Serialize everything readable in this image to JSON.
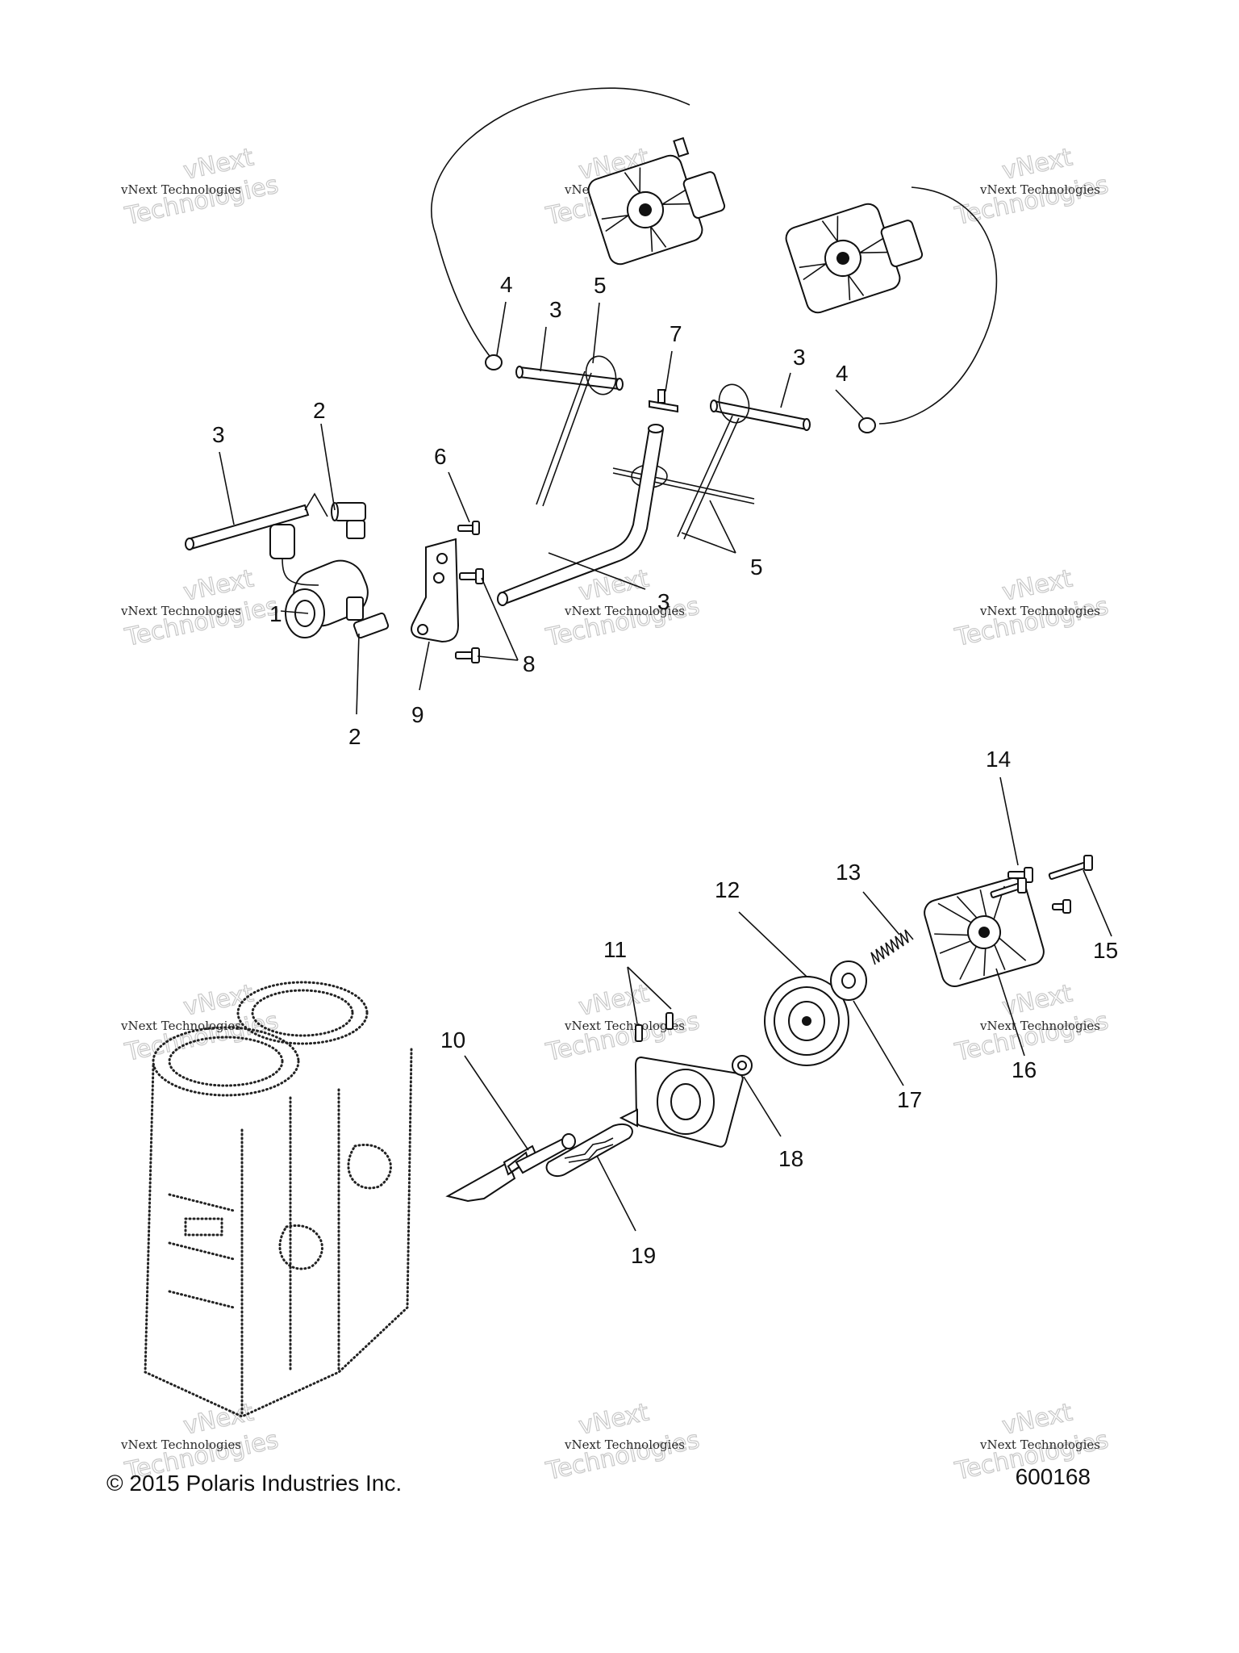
{
  "watermark": {
    "small_text": "vNext Technologies",
    "big_text": "Technologies",
    "top_text": "vNext"
  },
  "callouts": [
    "1",
    "2",
    "2",
    "3",
    "3",
    "3",
    "3",
    "4",
    "4",
    "5",
    "5",
    "6",
    "7",
    "8",
    "9",
    "10",
    "11",
    "12",
    "13",
    "14",
    "15",
    "16",
    "17",
    "18",
    "19"
  ],
  "footer": {
    "copyright": "© 2015 Polaris Industries Inc.",
    "diagram_id": "600168"
  }
}
